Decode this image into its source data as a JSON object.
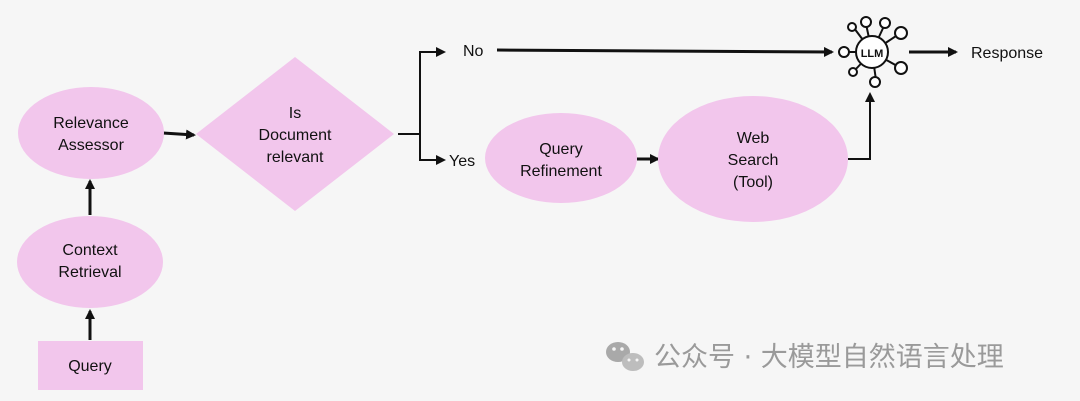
{
  "diagram": {
    "nodes": {
      "query": {
        "label": "Query"
      },
      "context_retrieval": {
        "lines": [
          "Context",
          "Retrieval"
        ]
      },
      "relevance_assessor": {
        "lines": [
          "Relevance",
          "Assessor"
        ]
      },
      "decision": {
        "lines": [
          "Is",
          "Document",
          "relevant"
        ]
      },
      "query_refinement": {
        "lines": [
          "Query",
          "Refinement"
        ]
      },
      "web_search": {
        "lines": [
          "Web",
          "Search",
          "(Tool)"
        ]
      },
      "llm": {
        "label": "LLM"
      },
      "response": {
        "label": "Response"
      }
    },
    "edges": {
      "no_label": "No",
      "yes_label": "Yes"
    }
  },
  "colors": {
    "node_fill": "#f2c6ec",
    "line": "#111111",
    "background": "#f6f6f6",
    "watermark": "#9a9a9a"
  },
  "watermark": {
    "text": "公众号 · 大模型自然语言处理",
    "icon": "wechat-icon"
  }
}
